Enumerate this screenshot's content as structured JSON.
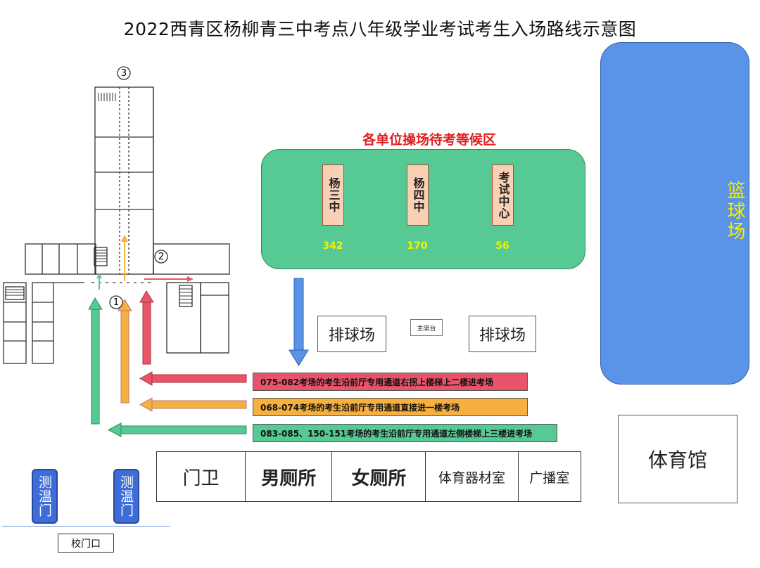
{
  "title": "2022西青区杨柳青三中考点八年级学业考试考生入场路线示意图",
  "waiting_area": {
    "title": "各单位操场待考等候区",
    "schools": [
      {
        "name": "杨三中",
        "count": "342"
      },
      {
        "name": "杨四中",
        "count": "170"
      },
      {
        "name": "考试中心",
        "count": "56"
      }
    ]
  },
  "basketball_court": "篮球场",
  "volleyball_courts": [
    "排球场",
    "排球场"
  ],
  "podium": "主席台",
  "gym": "体育馆",
  "routes": [
    {
      "text": "075-082考场的考生沿前厅专用通道右拐上楼梯上二楼进考场",
      "color": "#e8556a"
    },
    {
      "text": "068-074考场的考生沿前厅专用通道直接进一楼考场",
      "color": "#f5b040"
    },
    {
      "text": "083-085、150-151考场的考生沿前厅专用通道左侧楼梯上三楼进考场",
      "color": "#57c995"
    }
  ],
  "building_markers": [
    "①",
    "②",
    "③"
  ],
  "bottom_rooms": [
    "门卫",
    "男厕所",
    "女厕所",
    "体育器材室",
    "广播室"
  ],
  "thermometer_gates": [
    "测温门",
    "测温门"
  ],
  "school_gate": "校门口"
}
